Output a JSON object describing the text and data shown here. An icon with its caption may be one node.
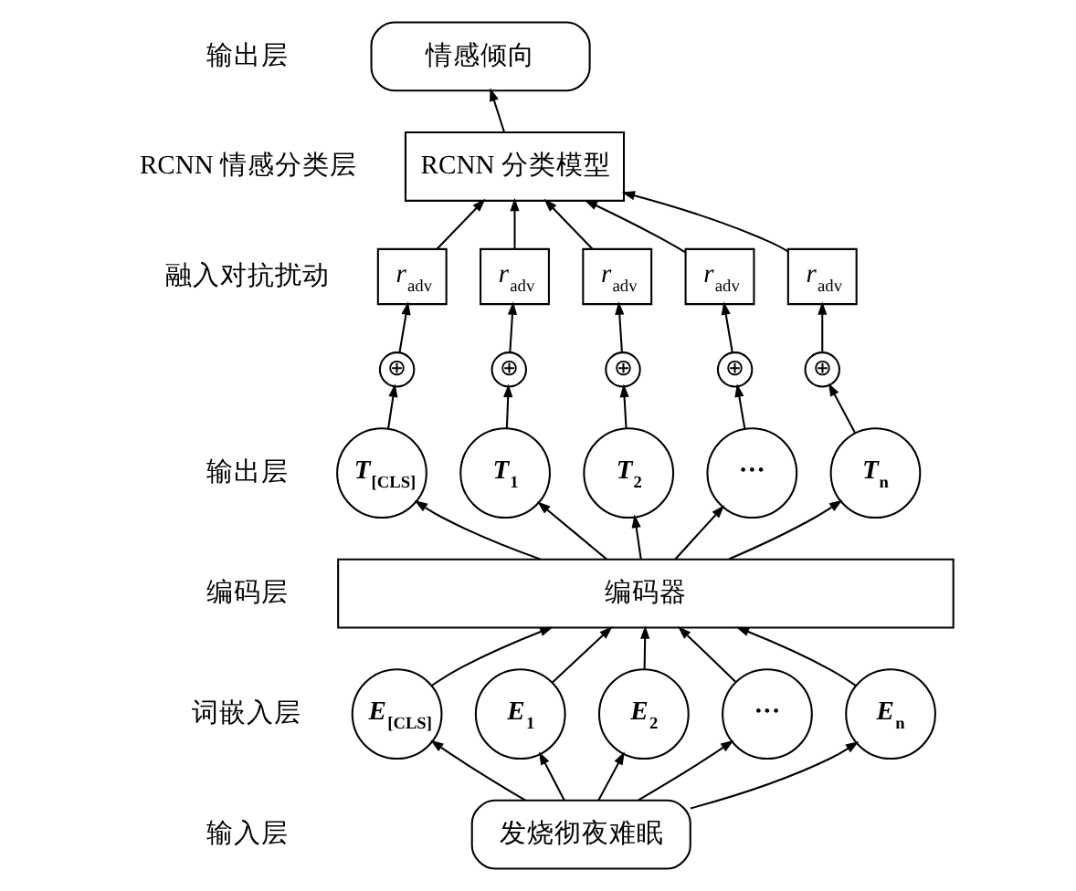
{
  "diagram": {
    "nodes": [
      {
        "text": [
          "情感倾向"
        ]
      },
      {
        "text": [
          "RCNN 分类模型"
        ]
      },
      {
        "text": [
          "*r*$_{adv}$"
        ]
      },
      {
        "text": [
          "*r*$_{adv}$"
        ]
      },
      {
        "text": [
          "*r*$_{adv}$"
        ]
      },
      {
        "text": [
          "*r*$_{adv}$"
        ]
      },
      {
        "text": [
          "*r*$_{adv}$"
        ]
      },
      {
        "text": [
          "⊕"
        ]
      },
      {
        "text": [
          "⊕"
        ]
      },
      {
        "text": [
          "⊕"
        ]
      },
      {
        "text": [
          "⊕"
        ]
      },
      {
        "text": [
          "⊕"
        ]
      },
      {
        "text": [
          "*T*$_{[CLS]}$"
        ]
      },
      {
        "text": [
          "*T*$_{1}$"
        ]
      },
      {
        "text": [
          "*T*$_{2}$"
        ]
      },
      {
        "text": [
          "···"
        ]
      },
      {
        "text": [
          "*T*$_{n}$"
        ]
      },
      {
        "text": [
          "编码器"
        ]
      },
      {
        "text": [
          "*E*$_{[CLS]}$"
        ]
      },
      {
        "text": [
          "*E*$_{1}$"
        ]
      },
      {
        "text": [
          "*E*$_{2}$"
        ]
      },
      {
        "text": [
          "···"
        ]
      },
      {
        "text": [
          "*E*$_{n}$"
        ]
      },
      {
        "text": [
          "发烧彻夜难眠"
        ]
      }
    ],
    "edges": [
      {
        "from": 23,
        "to": 18,
        "arrow": "to"
      },
      {
        "from": 23,
        "to": 19,
        "arrow": "to"
      },
      {
        "from": 23,
        "to": 20,
        "arrow": "to"
      },
      {
        "from": 23,
        "to": 21,
        "arrow": "to"
      },
      {
        "from": 23,
        "to": 22,
        "arrow": "to"
      },
      {
        "from": 18,
        "to": 17,
        "arrow": "to"
      },
      {
        "from": 19,
        "to": 17,
        "arrow": "to"
      },
      {
        "from": 20,
        "to": 17,
        "arrow": "to"
      },
      {
        "from": 21,
        "to": 17,
        "arrow": "to"
      },
      {
        "from": 22,
        "to": 17,
        "arrow": "to"
      },
      {
        "from": 17,
        "to": 12,
        "arrow": "to"
      },
      {
        "from": 17,
        "to": 13,
        "arrow": "to"
      },
      {
        "from": 17,
        "to": 14,
        "arrow": "to"
      },
      {
        "from": 17,
        "to": 15,
        "arrow": "to"
      },
      {
        "from": 17,
        "to": 16,
        "arrow": "to"
      },
      {
        "from": 12,
        "to": 7,
        "arrow": "to"
      },
      {
        "from": 13,
        "to": 8,
        "arrow": "to"
      },
      {
        "from": 14,
        "to": 9,
        "arrow": "to"
      },
      {
        "from": 15,
        "to": 10,
        "arrow": "to"
      },
      {
        "from": 16,
        "to": 11,
        "arrow": "to"
      },
      {
        "from": 7,
        "to": 2,
        "arrow": "to"
      },
      {
        "from": 8,
        "to": 3,
        "arrow": "to"
      },
      {
        "from": 9,
        "to": 4,
        "arrow": "to"
      },
      {
        "from": 10,
        "to": 5,
        "arrow": "to"
      },
      {
        "from": 11,
        "to": 6,
        "arrow": "to"
      },
      {
        "from": 2,
        "to": 1,
        "arrow": "to"
      },
      {
        "from": 3,
        "to": 1,
        "arrow": "to"
      },
      {
        "from": 4,
        "to": 1,
        "arrow": "to"
      },
      {
        "from": 5,
        "to": 1,
        "arrow": "to"
      },
      {
        "from": 6,
        "to": 1,
        "arrow": "to"
      },
      {
        "from": 1,
        "to": 0,
        "arrow": "to"
      }
    ],
    "labels": [
      "输出层",
      "RCNN 情感分类层",
      "融入对抗扰动",
      "输出层",
      "编码层",
      "词嵌入层",
      "输入层"
    ]
  }
}
